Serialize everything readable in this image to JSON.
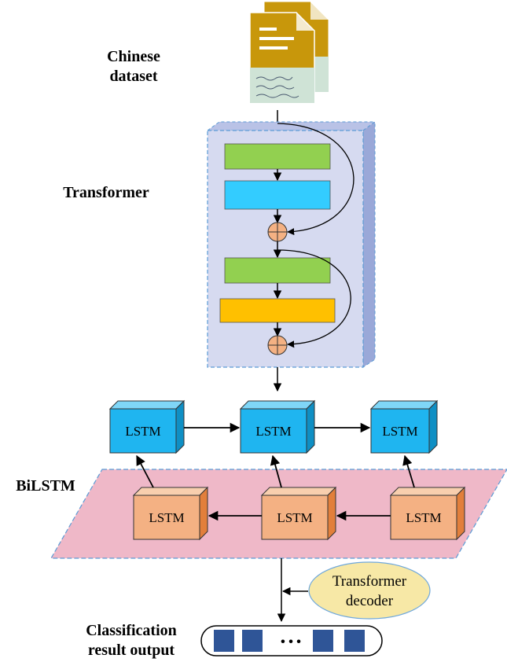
{
  "labels": {
    "dataset_line1": "Chinese",
    "dataset_line2": "dataset",
    "transformer": "Transformer",
    "bilstm": "BiLSTM",
    "output_line1": "Classification",
    "output_line2": "result output"
  },
  "lstm_forward": [
    "LSTM",
    "LSTM",
    "LSTM"
  ],
  "lstm_backward": [
    "LSTM",
    "LSTM",
    "LSTM"
  ],
  "decoder": {
    "line1": "Transformer",
    "line2": "decoder"
  },
  "output_vector": {
    "ellipsis": "• • •"
  },
  "colors": {
    "doc_gold": "#c8970b",
    "doc_paper": "#cfe3d6",
    "transformer_panel": "#d6daf0",
    "transformer_border": "#5b9bd5",
    "green_block": "#92d050",
    "blue_block": "#33ccff",
    "yellow_block": "#ffc000",
    "add_node": "#f4b183",
    "lstm_blue": "#1fb5f0",
    "lstm_orange": "#f4b183",
    "bilstm_panel": "#efb8c8",
    "decoder_fill": "#f7e8a6",
    "output_square": "#2f5597"
  }
}
